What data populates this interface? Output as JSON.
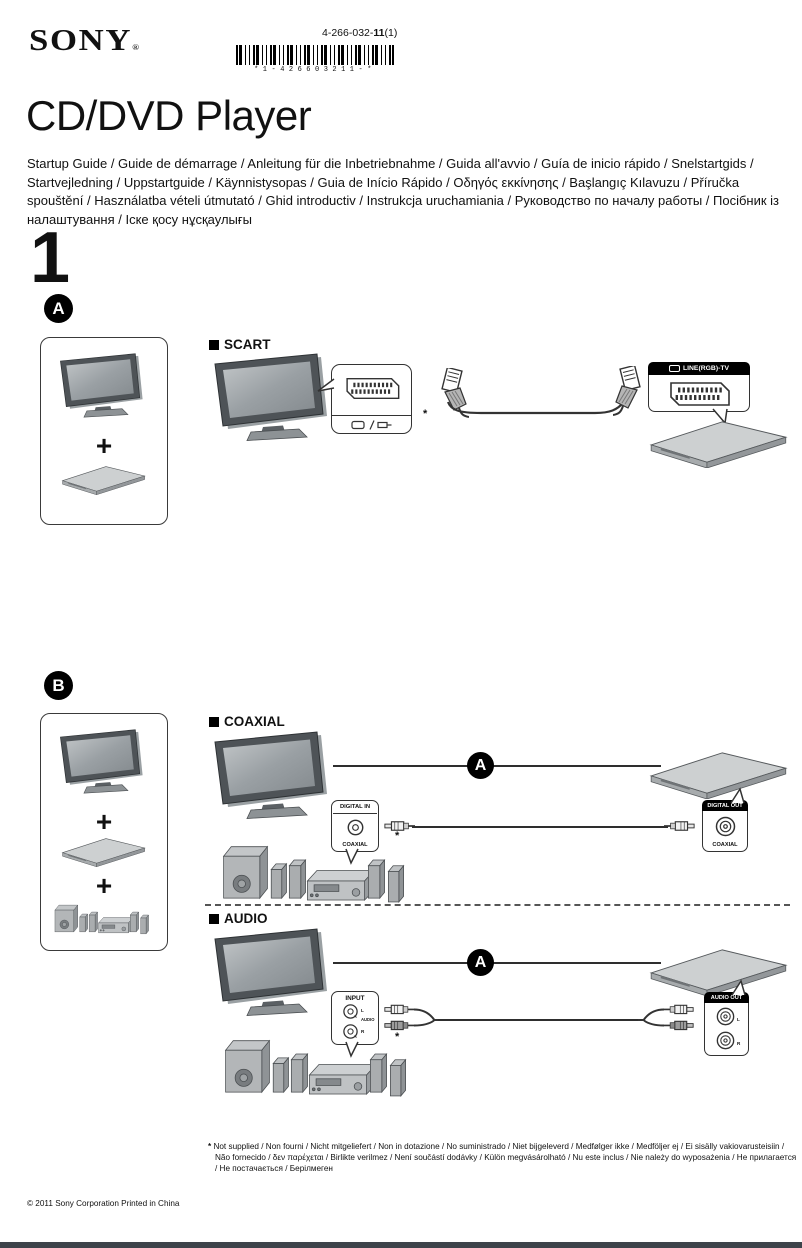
{
  "header": {
    "brand": "SONY",
    "reg_mark": "®",
    "part_number_prefix": "4-266-032-",
    "part_number_bold": "11",
    "part_number_suffix": "(1)",
    "barcode_digits": "*1-426603211-*"
  },
  "title": "CD/DVD Player",
  "subtitle": "Startup Guide / Guide de démarrage / Anleitung für die Inbetriebnahme / Guida all'avvio / Guía de inicio rápido / Snelstartgids / Startvejledning / Uppstartguide / Käynnistysopas / Guia de Início Rápido / Οδηγός εκκίνησης / Başlangıç Kılavuzu / Příručka spouštění / Használatba vételi útmutató / Ghid introductiv / Instrukcja uruchamiania / Руководство по началу работы / Посібник із налаштування / Іске қосу нұсқаулығы",
  "step": "1",
  "glyphs": {
    "plus": "+"
  },
  "sections": {
    "a": {
      "badge": "A",
      "scart": {
        "heading": "SCART",
        "player_jack_label": "LINE(RGB)-TV",
        "asterisk": "*"
      }
    },
    "b": {
      "badge": "B",
      "coaxial": {
        "heading": "COAXIAL",
        "route_badge": "A",
        "amp_jack_header": "DIGITAL IN",
        "amp_jack_label": "COAXIAL",
        "player_jack_header": "DIGITAL OUT",
        "player_jack_label": "COAXIAL",
        "asterisk": "*"
      },
      "audio": {
        "heading": "AUDIO",
        "route_badge": "A",
        "amp_jack_header": "INPUT",
        "amp_group_label": "AUDIO",
        "left_label": "L",
        "right_label": "R",
        "player_jack_header": "AUDIO OUT",
        "asterisk": "*"
      }
    }
  },
  "footer": {
    "footnote_mark": "*",
    "footnote": "Not supplied / Non fourni / Nicht mitgeliefert / Non in dotazione / No suministrado / Niet bijgeleverd / Medfølger ikke / Medföljer ej / Ei sisälly vakiovarusteisiin / Não fornecido / δεν παρέχεται / Birlikte verilmez / Není součástí dodávky / Külön megvásárolható / Nu este inclus / Nie należy do wyposażenia / Не прилагается / Не постачається / Берілмеген",
    "copyright": "© 2011 Sony Corporation Printed in China"
  },
  "colors": {
    "bottom_bar": "#3d434a",
    "badge": "#000000"
  }
}
